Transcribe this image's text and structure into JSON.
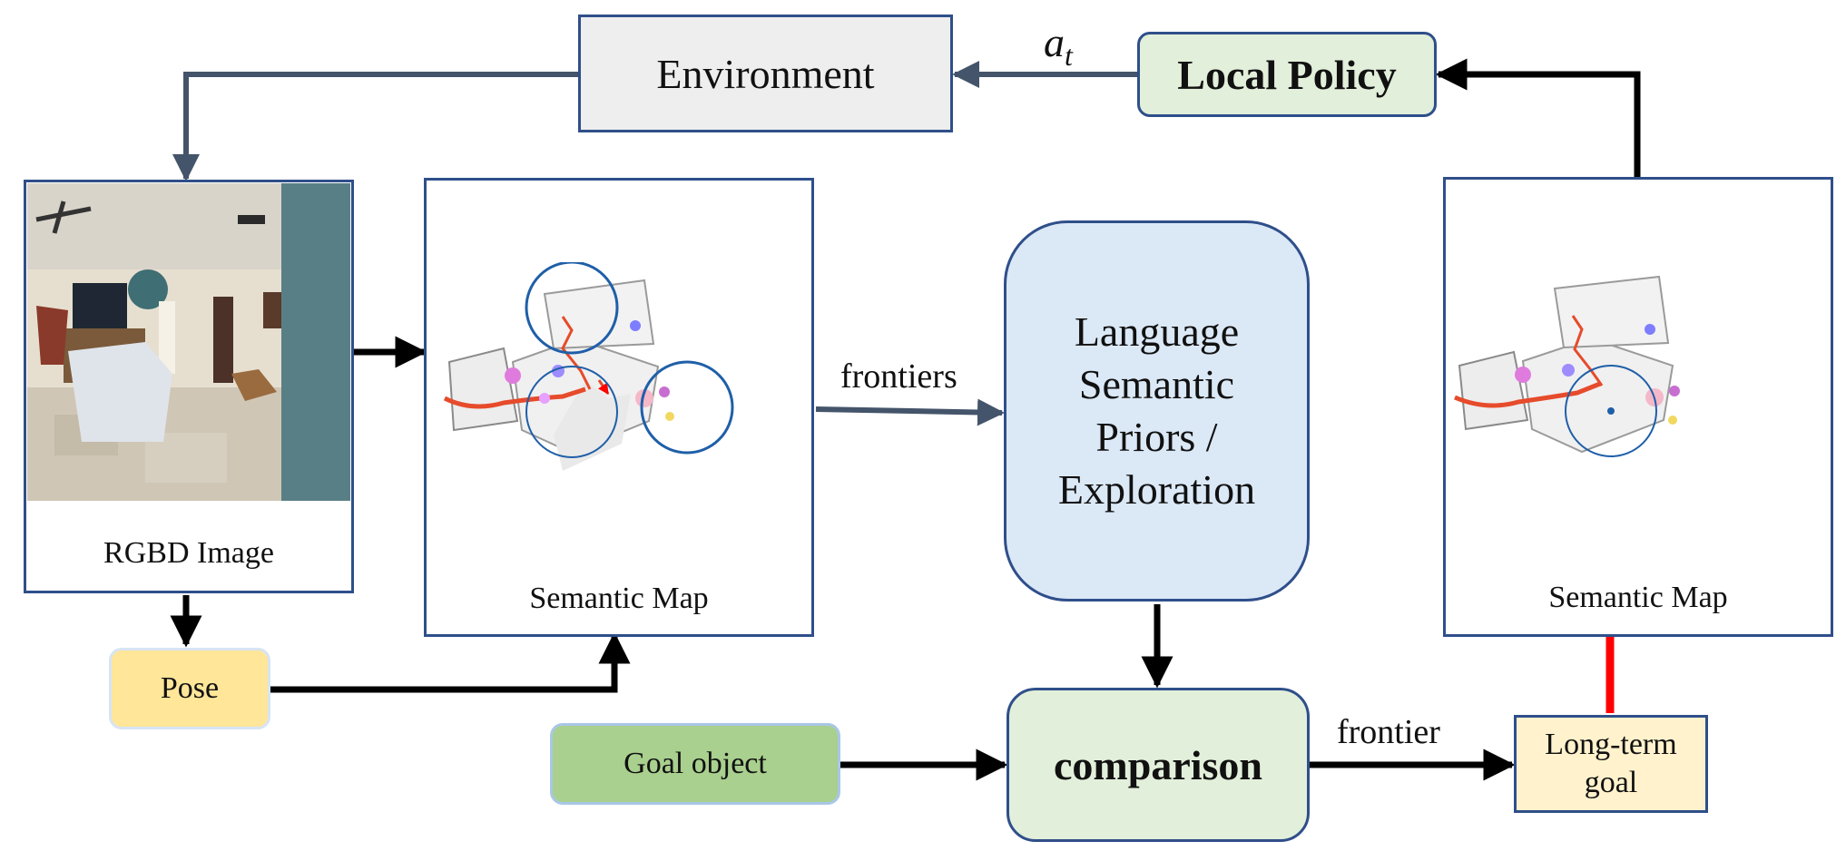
{
  "nodes": {
    "environment": "Environment",
    "local_policy": "Local Policy",
    "rgbd": "RGBD Image",
    "semantic_map_left": "Semantic Map",
    "language_priors": [
      "Language",
      "Semantic",
      "Priors /",
      "Exploration"
    ],
    "semantic_map_right": "Semantic Map",
    "pose": "Pose",
    "goal_object": "Goal object",
    "comparison": "comparison",
    "long_term_goal": [
      "Long-term",
      "goal"
    ]
  },
  "edges": {
    "action": "a",
    "action_sub": "t",
    "frontiers": "frontiers",
    "frontier": "frontier"
  },
  "colors": {
    "panel_border": "#2f4f8a",
    "dark_arrow": "#44546a",
    "black_arrow": "#000000",
    "red_arrow": "#ff0000",
    "environment_fill": "#eeeeee",
    "green_light": "#e2efda",
    "blue_light": "#dbe8f6",
    "pose_fill": "#ffe699",
    "goal_fill": "#a9d08e",
    "longterm_fill": "#fff2cc"
  }
}
